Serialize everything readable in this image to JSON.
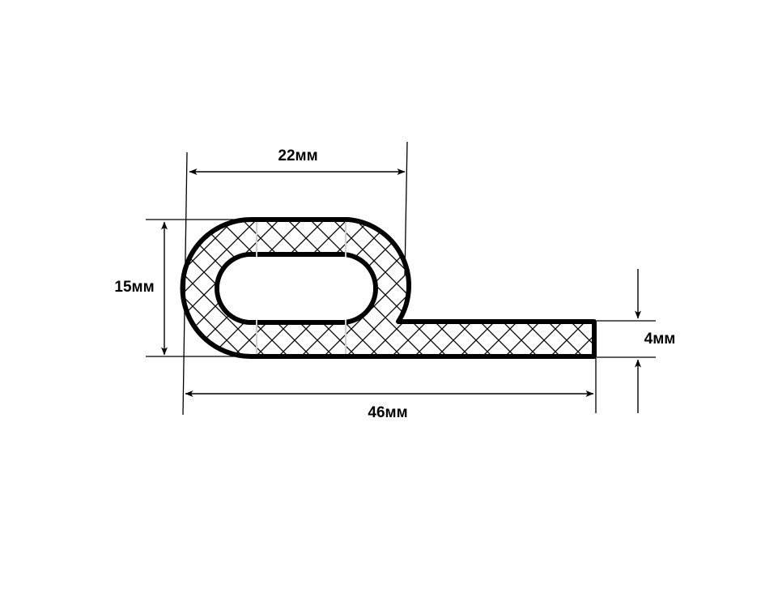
{
  "colors": {
    "stroke": "#000000",
    "background": "#ffffff"
  },
  "dimensions": {
    "width_top": "22мм",
    "height_left": "15мм",
    "thickness_right": "4мм",
    "total_length": "46мм"
  }
}
